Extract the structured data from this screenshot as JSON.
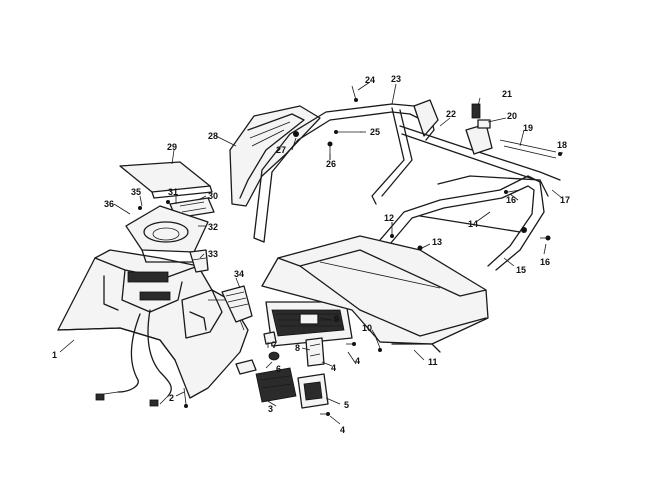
{
  "diagram": {
    "callouts": [
      {
        "id": "c1",
        "text": "1"
      },
      {
        "id": "c2",
        "text": "2"
      },
      {
        "id": "c3",
        "text": "3"
      },
      {
        "id": "c4a",
        "text": "4"
      },
      {
        "id": "c4b",
        "text": "4"
      },
      {
        "id": "c4c",
        "text": "4"
      },
      {
        "id": "c5",
        "text": "5"
      },
      {
        "id": "c6",
        "text": "6"
      },
      {
        "id": "c7",
        "text": "7"
      },
      {
        "id": "c8",
        "text": "8"
      },
      {
        "id": "c9",
        "text": "9"
      },
      {
        "id": "c10",
        "text": "10"
      },
      {
        "id": "c11",
        "text": "11"
      },
      {
        "id": "c12",
        "text": "12"
      },
      {
        "id": "c13",
        "text": "13"
      },
      {
        "id": "c14",
        "text": "14"
      },
      {
        "id": "c15",
        "text": "15"
      },
      {
        "id": "c16a",
        "text": "16"
      },
      {
        "id": "c16b",
        "text": "16"
      },
      {
        "id": "c17",
        "text": "17"
      },
      {
        "id": "c18",
        "text": "18"
      },
      {
        "id": "c19",
        "text": "19"
      },
      {
        "id": "c20",
        "text": "20"
      },
      {
        "id": "c21",
        "text": "21"
      },
      {
        "id": "c22",
        "text": "22"
      },
      {
        "id": "c23",
        "text": "23"
      },
      {
        "id": "c24",
        "text": "24"
      },
      {
        "id": "c25",
        "text": "25"
      },
      {
        "id": "c26",
        "text": "26"
      },
      {
        "id": "c27",
        "text": "27"
      },
      {
        "id": "c28",
        "text": "28"
      },
      {
        "id": "c29",
        "text": "29"
      },
      {
        "id": "c30",
        "text": "30"
      },
      {
        "id": "c31",
        "text": "31"
      },
      {
        "id": "c32",
        "text": "32"
      },
      {
        "id": "c33",
        "text": "33"
      },
      {
        "id": "c34",
        "text": "34"
      },
      {
        "id": "c35",
        "text": "35"
      },
      {
        "id": "c36",
        "text": "36"
      }
    ]
  }
}
